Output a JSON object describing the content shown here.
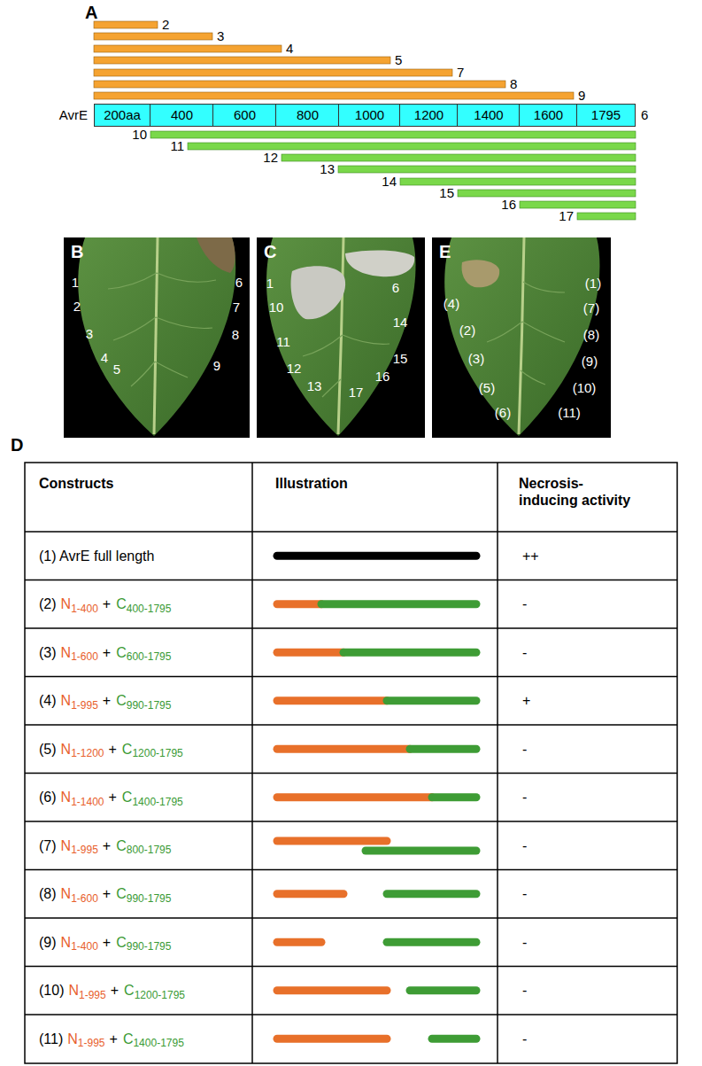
{
  "diagram": {
    "nodes": [
      {
        "text": [
          "AvrE"
        ]
      },
      {
        "text": [
          "200aa"
        ],
        "in": 0
      },
      {
        "text": [
          "400"
        ],
        "in": 0
      },
      {
        "text": [
          "600"
        ],
        "in": 0
      },
      {
        "text": [
          "800"
        ],
        "in": 0
      },
      {
        "text": [
          "1000"
        ],
        "in": 0
      },
      {
        "text": [
          "1200"
        ],
        "in": 0
      },
      {
        "text": [
          "1400"
        ],
        "in": 0
      },
      {
        "text": [
          "1600"
        ],
        "in": 0
      },
      {
        "text": [
          "1795"
        ],
        "in": 0
      },
      {
        "text": [
          "B",
          "1",
          "2",
          "3",
          "4",
          "5",
          "6",
          "7",
          "8",
          "9"
        ]
      },
      {
        "text": [
          "C",
          "1",
          "10",
          "11",
          "12",
          "13",
          "6",
          "14",
          "15",
          "16",
          "17"
        ]
      },
      {
        "text": [
          "E",
          "(4)",
          "(1)",
          "(7)",
          "(2)",
          "(8)",
          "(3)",
          "(9)",
          "(10)",
          "(5)",
          "(11)",
          "(6)"
        ]
      }
    ],
    "labels": [
      "A",
      "2",
      "3",
      "4",
      "5",
      "7",
      "8",
      "9",
      "6",
      "10",
      "11",
      "12",
      "13",
      "14",
      "15",
      "16",
      "17",
      "D",
      "Constructs",
      "Illustration",
      "Necrosis-inducing activity",
      "(1) AvrE full length",
      "++",
      "(2)",
      "N",
      "1-400",
      "+",
      "C",
      "400-1795",
      "-",
      "(3)",
      "N",
      "1-600",
      "+",
      "C",
      "600-1795",
      "-",
      "(4)",
      "N",
      "1-995",
      "+",
      "C",
      "990-1795",
      "+",
      "(5)",
      "N",
      "1-1200",
      "+",
      "C",
      "1200-1795",
      "-",
      "(6)",
      "N",
      "1-1400",
      "+",
      "C",
      "1400-1795",
      "-",
      "(7)",
      "N",
      "1-995",
      "+",
      "C",
      "800-1795",
      "-",
      "(8)",
      "N",
      "1-600",
      "+",
      "C",
      "990-1795",
      "-",
      "(9)",
      "N",
      "1-400",
      "+",
      "C",
      "990-1795",
      "-",
      "(10)",
      "N",
      "1-995",
      "+",
      "C",
      "1200-1795",
      "-",
      "(11)",
      "N",
      "1-995",
      "+",
      "C",
      "1400-1795",
      "-"
    ]
  }
}
